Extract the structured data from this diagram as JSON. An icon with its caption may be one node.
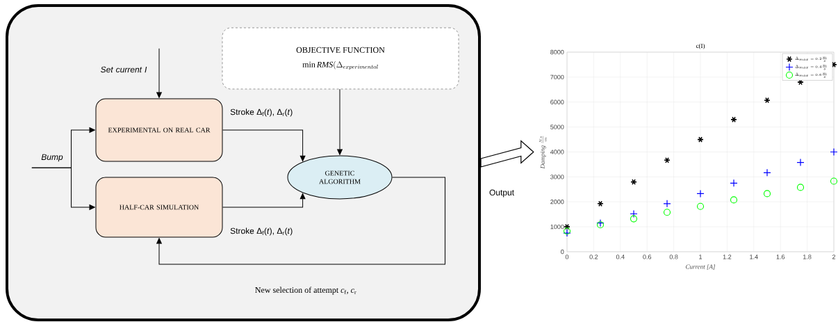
{
  "diagram": {
    "nodes": [
      {
        "text": [],
        "shape": "box"
      },
      {
        "text": [
          "OBJECTIVE FUNCTION",
          "\\min \\mathit{RMS}\\bigl(\\Delta_{experimental}"
        ],
        "in": 0
      },
      {
        "text": [
          "EXPERIMENTAL ON REAL CAR"
        ],
        "in": 0
      },
      {
        "text": [
          "HALF-CAR SIMULATION"
        ],
        "in": 0
      },
      {
        "text": [
          "GENETIC ALGORITHM"
        ],
        "in": 0
      },
      {
        "text": [
          "Set current I"
        ],
        "in": 0
      },
      {
        "text": [
          "Bump"
        ],
        "in": 0
      },
      {
        "text": [],
        "shape": "picture"
      }
    ],
    "edges": [
      {
        "from": 5,
        "to": 2,
        "arrow": "to"
      },
      {
        "from": 6,
        "to": 2,
        "arrow": "to"
      },
      {
        "from": 6,
        "to": 3,
        "arrow": "to"
      },
      {
        "from": 2,
        "to": 4,
        "arrow": "to",
        "label": "Stroke Δ$_{f}$(*t*), Δ$_{r}$(*t*)"
      },
      {
        "from": 3,
        "to": 4,
        "arrow": "to",
        "label": "Stroke Δ$_{f}$(*t*),  Δ$_{r}$(*t*)"
      },
      {
        "from": 1,
        "to": 4,
        "arrow": "to"
      },
      {
        "from": 4,
        "to": 3,
        "arrow": "to",
        "label": "New selection of attempt  *c*$_{f}$, *c*$_{r}$"
      },
      {
        "from": 0,
        "to": 7,
        "arrow": "to",
        "label": "Output",
        "style": "thick"
      }
    ],
    "chart_data": {
      "type": "scatter",
      "title": "c(I)",
      "xlabel": "Current [A]",
      "ylabel": "\\mathit{Damping}\\ \\frac{Ns}{m}",
      "x": [
        0,
        0.25,
        0.5,
        0.75,
        1,
        1.25,
        1.5,
        1.75,
        2
      ],
      "series": [
        {
          "name": "\\dot{\\Delta}_{max} = 0.2\\frac{m}{s}",
          "color": "#000000",
          "values": [
            1000,
            1930,
            2800,
            3670,
            4500,
            5300,
            6070,
            6800,
            7500
          ]
        },
        {
          "name": "\\dot{\\Delta}_{max} = 0.4\\frac{m}{s}",
          "color": "#0000ff",
          "values": [
            750,
            1150,
            1520,
            1930,
            2330,
            2750,
            3170,
            3580,
            4000
          ]
        },
        {
          "name": "\\dot{\\Delta}_{max} = 0.6\\frac{m}{s}",
          "color": "#00ff00",
          "values": [
            830,
            1080,
            1320,
            1580,
            1820,
            2080,
            2330,
            2580,
            2830
          ]
        }
      ],
      "xlim": [
        0,
        2
      ],
      "ylim": [
        0,
        8000
      ],
      "grid": true,
      "legend": "upper right",
      "xticks": [
        0,
        0.2,
        0.4,
        0.6,
        0.8,
        1,
        1.2,
        1.4,
        1.6,
        1.8,
        2
      ],
      "yticks": [
        0,
        1000,
        2000,
        3000,
        4000,
        5000,
        6000,
        7000,
        8000
      ]
    }
  }
}
